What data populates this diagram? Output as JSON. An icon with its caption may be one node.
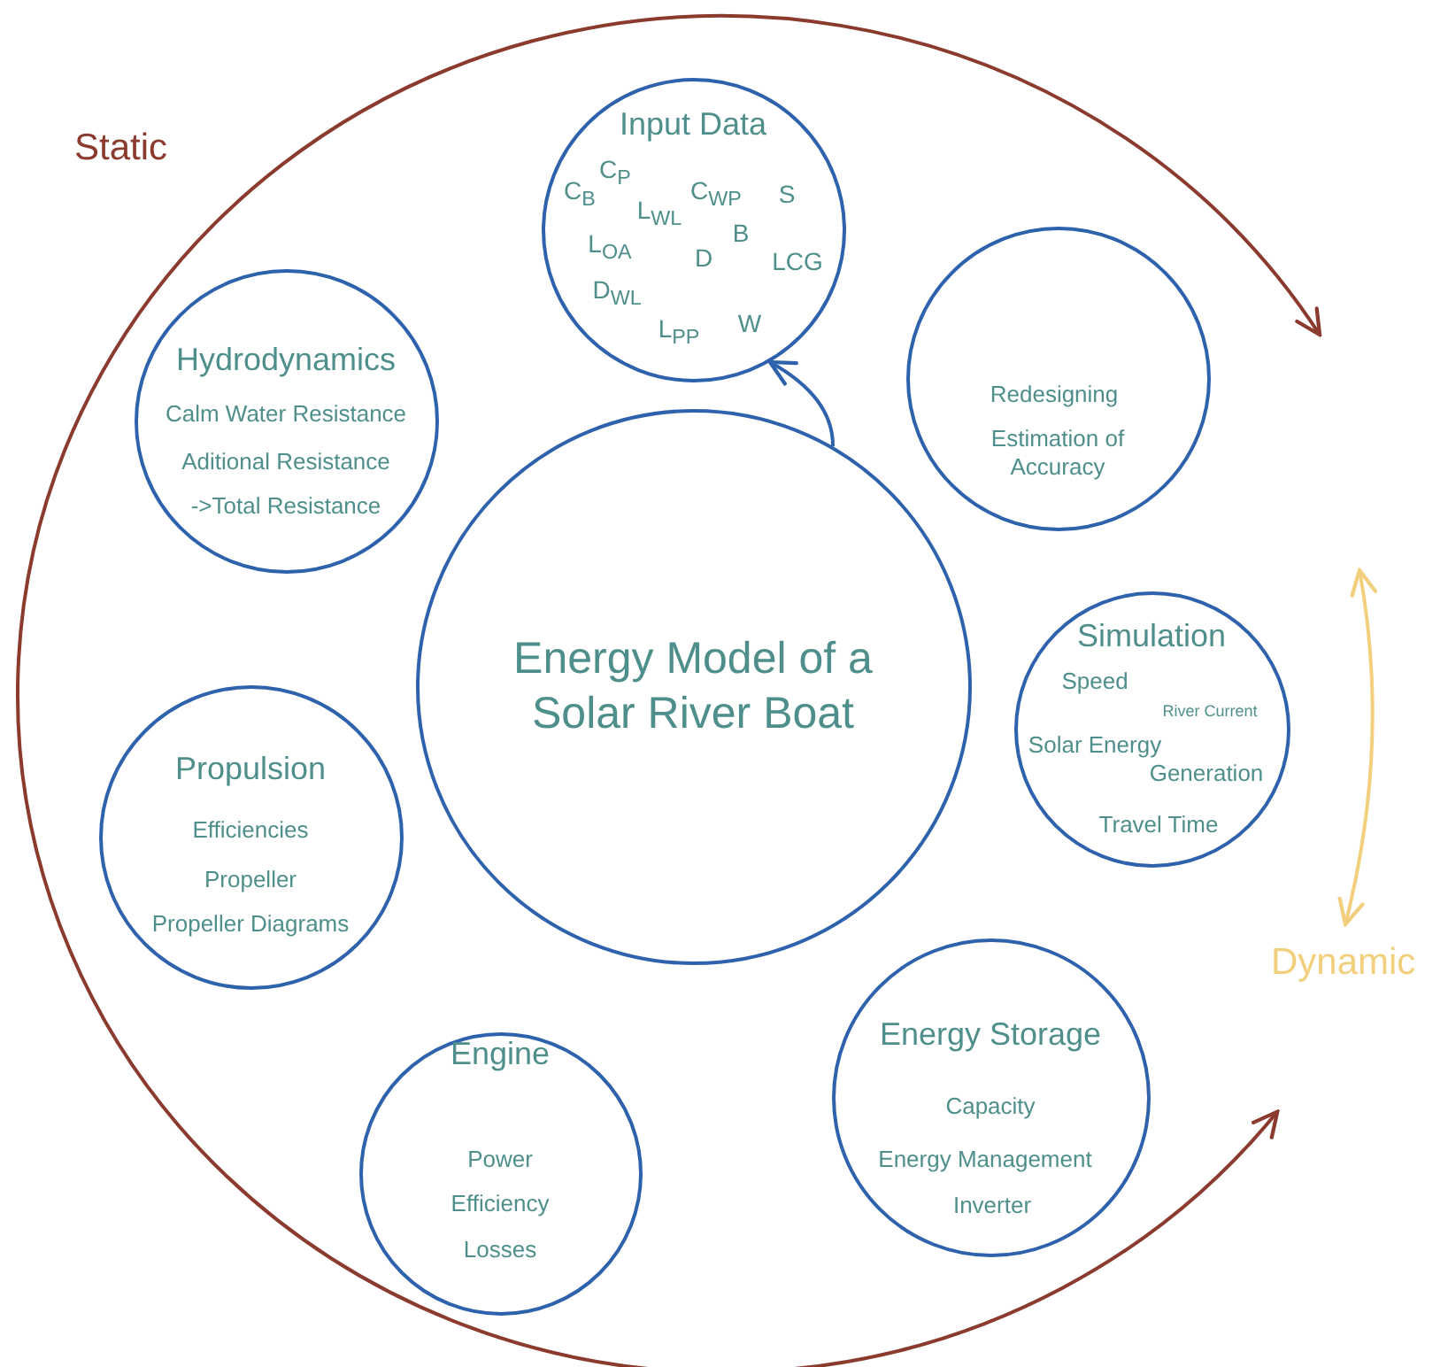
{
  "diagram": {
    "nodes": [
      {
        "text": [
          "Input Data",
          "C$_{B}$",
          "C$_{P}$",
          "L$_{WL}$",
          "C$_{WP}$",
          "S",
          "L$_{OA}$",
          "B",
          "D",
          "LCG",
          "D$_{WL}$",
          "L$_{PP}$",
          "W"
        ]
      },
      {
        "text": [
          "Redesigning",
          "Estimation of Accuracy"
        ]
      },
      {
        "text": [
          "Hydrodynamics",
          "Calm Water Resistance",
          "Aditional Resistance",
          "->Total Resistance"
        ]
      },
      {
        "text": [
          "Energy Model of a Solar River Boat"
        ]
      },
      {
        "text": [
          "Simulation",
          "Speed",
          "River Current",
          "Solar Energy",
          "Generation",
          "Travel Time"
        ]
      },
      {
        "text": [
          "Propulsion",
          "Efficiencies",
          "Propeller",
          "Propeller Diagrams"
        ]
      },
      {
        "text": [
          "Engine",
          "Power",
          "Efficiency",
          "Losses"
        ]
      },
      {
        "text": [
          "Energy Storage",
          "Capacity",
          "Energy Management",
          "Inverter"
        ]
      }
    ],
    "edges": [
      {
        "from": 3,
        "to": 0,
        "arrow": "to"
      }
    ],
    "labels": [
      "Static",
      "Dynamic"
    ]
  }
}
